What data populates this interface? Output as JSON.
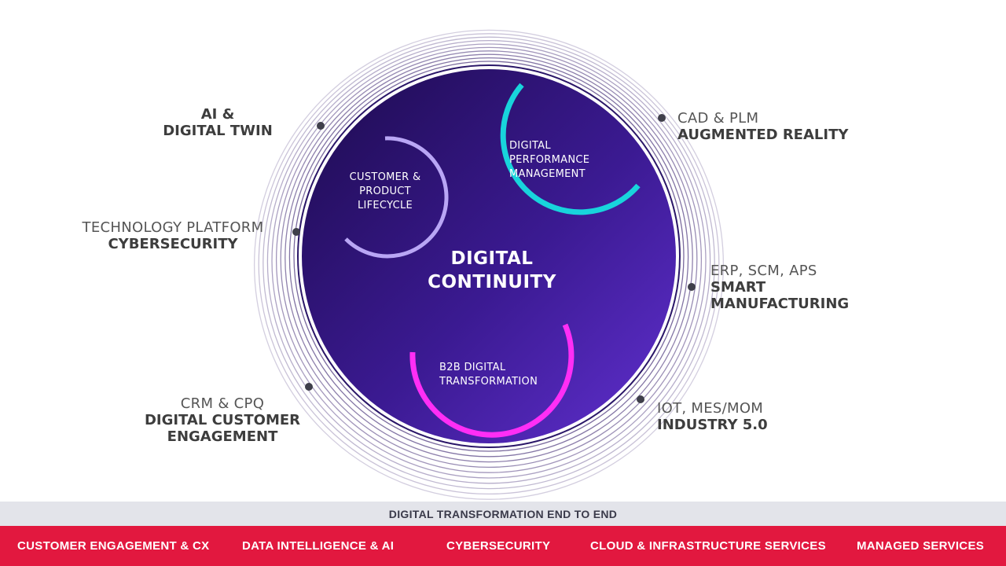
{
  "diagram": {
    "center_title": "DIGITAL CONTINUITY",
    "inner_segments": [
      {
        "label": "CUSTOMER & PRODUCT LIFECYCLE",
        "color": "#b9a6f5"
      },
      {
        "label": "DIGITAL PERFORMANCE MANAGEMENT",
        "color": "#18d4dc"
      },
      {
        "label": "B2B DIGITAL TRANSFORMATION",
        "color": "#ff2ef5"
      }
    ],
    "outer_labels": [
      {
        "line1": "AI &",
        "line2": "DIGITAL TWIN"
      },
      {
        "line1": "TECHNOLOGY PLATFORM",
        "line2": "CYBERSECURITY"
      },
      {
        "line1": "CRM & CPQ",
        "line2": "DIGITAL CUSTOMER ENGAGEMENT"
      },
      {
        "line1": "CAD & PLM",
        "line2": "AUGMENTED REALITY"
      },
      {
        "line1": "ERP, SCM, APS",
        "line2": "SMART MANUFACTURING"
      },
      {
        "line1": "IOT, MES/MOM",
        "line2": "INDUSTRY 5.0"
      }
    ],
    "colors": {
      "circle_gradient_start": "#24105c",
      "circle_gradient_end": "#5b2cc8",
      "rings": "#7a6a9e",
      "dots": "#3f3f4a"
    }
  },
  "footer": {
    "band_title": "DIGITAL TRANSFORMATION END TO END",
    "services": [
      "CUSTOMER ENGAGEMENT & CX",
      "DATA INTELLIGENCE & AI",
      "CYBERSECURITY",
      "CLOUD & INFRASTRUCTURE SERVICES",
      "MANAGED SERVICES"
    ],
    "colors": {
      "band": "#e3e4ea",
      "accent": "#e2183f"
    }
  }
}
